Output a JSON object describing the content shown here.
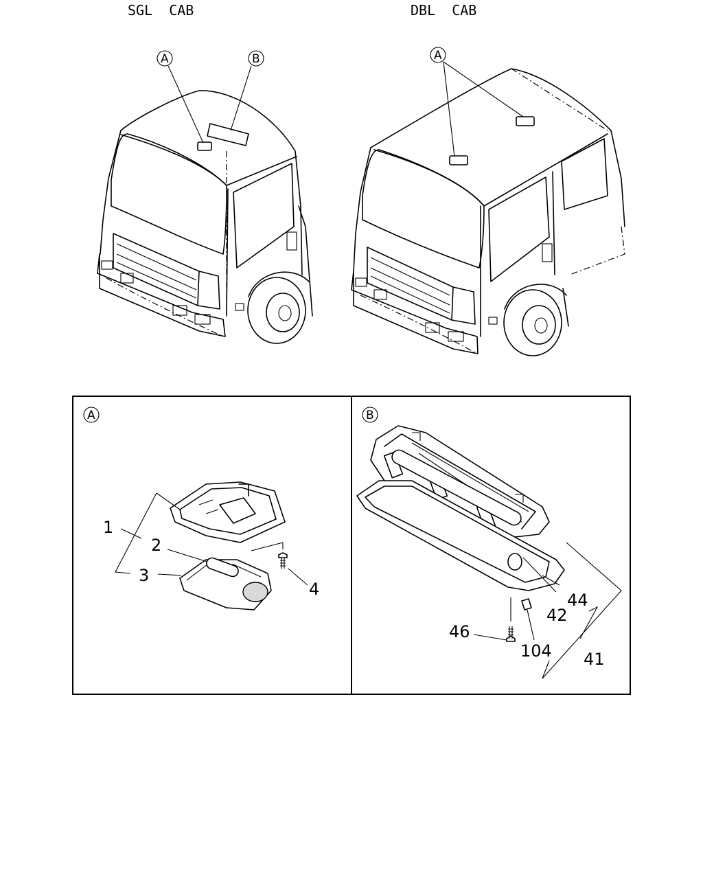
{
  "views": {
    "single": "SGL  CAB",
    "double": "DBL  CAB"
  },
  "callouts": {
    "a": "A",
    "b": "B"
  },
  "panels": {
    "a": {
      "marker": "A",
      "parts": [
        "1",
        "2",
        "3",
        "4"
      ]
    },
    "b": {
      "marker": "B",
      "parts": [
        "44",
        "42",
        "46",
        "104",
        "41"
      ]
    }
  }
}
